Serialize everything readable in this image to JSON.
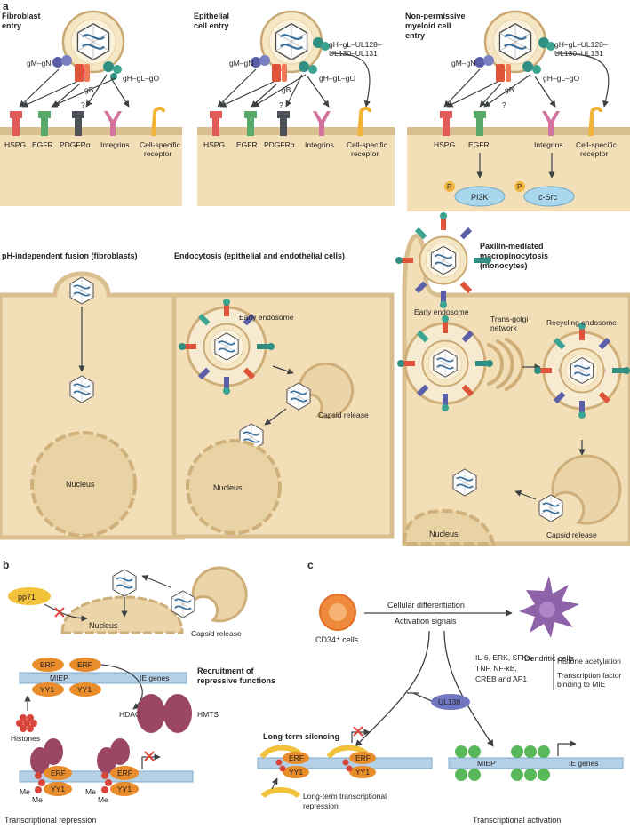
{
  "panels": {
    "a": "a",
    "b": "b",
    "c": "c"
  },
  "entry": {
    "fibroblast": [
      "Fibroblast",
      "entry"
    ],
    "epithelial": [
      "Epithelial",
      "cell entry"
    ],
    "myeloid": [
      "Non-permissive",
      "myeloid cell",
      "entry"
    ]
  },
  "glycoproteins": {
    "gm_gn": "gM–gN",
    "gb": "gB",
    "gh_gl_go": "gH–gL–gO",
    "pentamer": [
      "gH–gL–UL128–",
      "UL130–UL131"
    ],
    "question": "?"
  },
  "receptors": {
    "hspg": "HSPG",
    "egfr": "EGFR",
    "pdgfra": "PDGFRα",
    "integrins": "Integrins",
    "cell_specific": [
      "Cell-specific",
      "receptor"
    ]
  },
  "signaling": {
    "p": "P",
    "pi3k": "PI3K",
    "csrc": "c-Src"
  },
  "mechanisms": {
    "fusion": "pH-independent fusion (fibroblasts)",
    "endocytosis": "Endocytosis (epithelial and endothelial cells)",
    "macropinocytosis": [
      "Paxilin-mediated",
      "macropinocytosis",
      "(monocytes)"
    ]
  },
  "compartments": {
    "nucleus": "Nucleus",
    "early_endosome": "Early endosome",
    "capsid_release": "Capsid release",
    "trans_golgi": [
      "Trans-golgi",
      "network"
    ],
    "recycling_endosome": "Recycling endosome"
  },
  "panel_b": {
    "pp71": "pp71",
    "erf": "ERF",
    "yy1": "YY1",
    "miep": "MIEP",
    "ie_genes": "IE genes",
    "recruitment": [
      "Recruitment of",
      "repressive functions"
    ],
    "hdac": "HDAC",
    "hmts": "HMTS",
    "histones": "Histones",
    "me": "Me",
    "repression": "Transcriptional repression"
  },
  "panel_c": {
    "cd34": "CD34⁺ cells",
    "differentiation": "Cellular differentiation",
    "activation_signals": "Activation signals",
    "dendritic": "Dendritic cells",
    "signals": [
      "IL-6, ERK, SFKs,",
      "TNF, NF-κB,",
      "CREB and AP1"
    ],
    "histone_acetylation": "Histone acetylation",
    "tf_binding": [
      "Transcription factor",
      "binding to MIE"
    ],
    "ul138": "UL138",
    "long_term_silencing": "Long-term silencing",
    "lt_repression": [
      "Long-term transcriptional",
      "repression"
    ],
    "activation": "Transcriptional activation"
  },
  "colors": {
    "cytoplasm": "#f2dfb8",
    "membrane": "#d9bf8f",
    "virion": "#f6e7c4",
    "gb_red": "#e0533b",
    "gm_purple": "#5b5fa8",
    "gh_teal": "#2f8f83",
    "pentamer_teal": "#3aa391",
    "integrin_pink": "#d4739e",
    "receptor_yellow": "#f2b43a",
    "egfr_green": "#59a96a",
    "pdgfr_dark": "#4d5358",
    "hspg_red": "#e15b58",
    "signal_blue": "#a9d8ee",
    "dna_blue": "#b4d1e8",
    "erf_orange": "#e98c2b",
    "histone_red": "#d8453b",
    "hdac_purple": "#9c4665",
    "green_tf": "#59b85a",
    "cd34_orange": "#ef8a3c",
    "dendritic_purple": "#8d62a8"
  }
}
